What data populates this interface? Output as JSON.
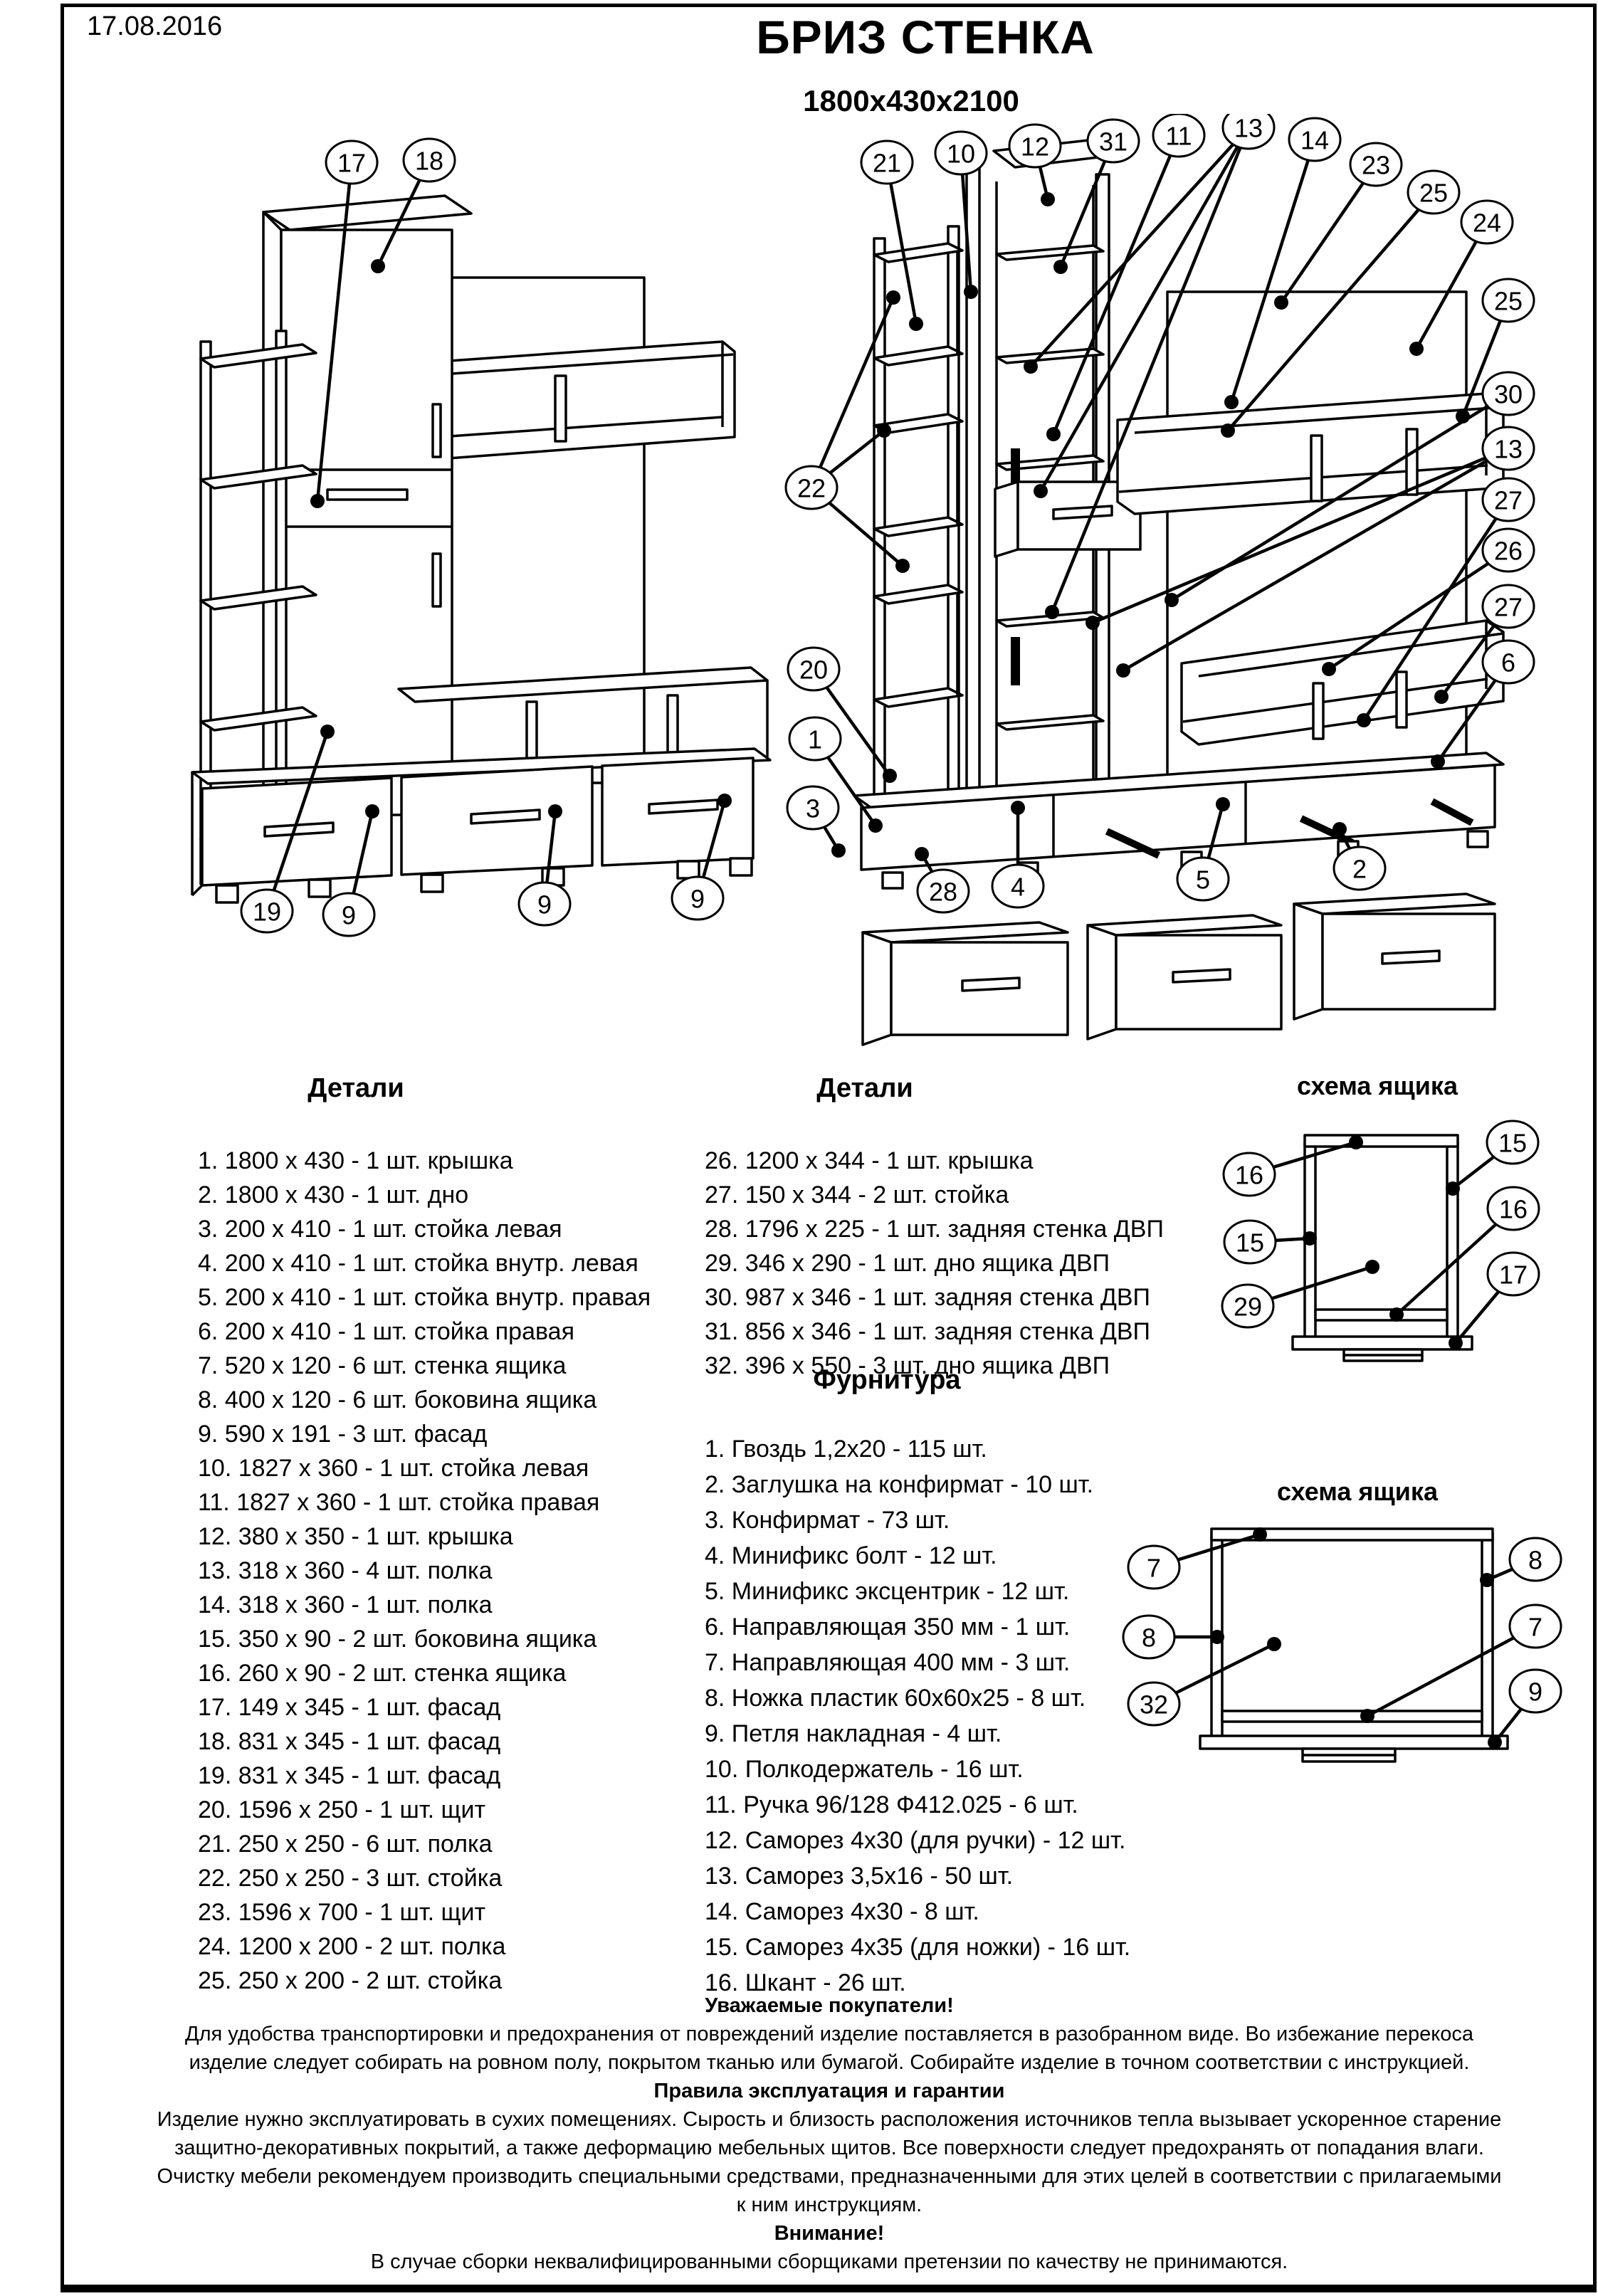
{
  "header": {
    "date": "17.08.2016",
    "title": "БРИЗ СТЕНКА",
    "subtitle": "1800х430х2100"
  },
  "assembled_view": {
    "callouts": [
      "17",
      "18",
      "19",
      "9",
      "9",
      "9"
    ]
  },
  "exploded_view": {
    "callouts": [
      "21",
      "10",
      "12",
      "31",
      "11",
      "13",
      "14",
      "23",
      "25",
      "24",
      "25",
      "30",
      "13",
      "27",
      "26",
      "27",
      "6",
      "22",
      "20",
      "1",
      "3",
      "28",
      "4",
      "5",
      "2"
    ]
  },
  "parts_left": {
    "title": "Детали",
    "items": [
      "1. 1800 х 430 - 1 шт. крышка",
      "2. 1800 х 430 - 1 шт. дно",
      "3. 200 х 410 - 1 шт. стойка левая",
      "4. 200 х 410 - 1 шт. стойка внутр. левая",
      "5. 200 х 410 - 1 шт. стойка внутр. правая",
      "6. 200 х 410 - 1 шт. стойка правая",
      "7. 520 х 120 - 6 шт. стенка ящика",
      "8. 400 х 120 - 6 шт. боковина ящика",
      "9. 590 х 191 - 3 шт. фасад",
      "10. 1827 х 360 - 1 шт. стойка левая",
      "11. 1827 х 360 - 1 шт. стойка правая",
      "12. 380 х 350 - 1 шт. крышка",
      "13. 318 х 360 - 4 шт. полка",
      "14. 318 х 360 - 1 шт. полка",
      "15. 350 х 90 - 2 шт. боковина ящика",
      "16. 260 х 90 - 2 шт. стенка ящика",
      "17. 149 х 345 - 1 шт. фасад",
      "18. 831 х 345 - 1 шт. фасад",
      "19. 831 х 345 - 1 шт. фасад",
      "20. 1596 х 250 - 1 шт. щит",
      "21. 250 х 250 - 6 шт. полка",
      "22. 250 х 250 - 3 шт. стойка",
      "23. 1596 х 700 - 1 шт. щит",
      "24. 1200 х 200 - 2 шт. полка",
      "25. 250 х 200 - 2 шт. стойка"
    ]
  },
  "parts_right": {
    "title": "Детали",
    "items": [
      "26. 1200 х 344 - 1 шт. крышка",
      "27. 150 х 344 - 2 шт. стойка",
      "28. 1796 х 225 - 1 шт. задняя стенка ДВП",
      "29. 346 х 290 - 1 шт. дно ящика ДВП",
      "30. 987 х 346 - 1 шт. задняя стенка ДВП",
      "31. 856 х 346 - 1 шт. задняя стенка ДВП",
      "32. 396 х 550 - 3 шт. дно ящика ДВП"
    ]
  },
  "hardware": {
    "title": "Фурнитура",
    "items": [
      "1. Гвоздь 1,2х20 - 115 шт.",
      "2. Заглушка на конфирмат - 10 шт.",
      "3. Конфирмат - 73 шт.",
      "4. Минификс болт - 12 шт.",
      "5. Минификс эксцентрик - 12 шт.",
      "6. Направляющая 350 мм - 1 шт.",
      "7. Направляющая 400 мм - 3 шт.",
      "8. Ножка пластик 60х60х25 - 8 шт.",
      "9. Петля накладная - 4 шт.",
      "10. Полкодержатель - 16 шт.",
      "11. Ручка 96/128 Ф412.025 - 6 шт.",
      "12. Саморез 4х30 (для ручки) - 12 шт.",
      "13. Саморез 3,5х16 - 50 шт.",
      "14. Саморез 4х30 - 8 шт.",
      "15. Саморез 4х35 (для ножки) - 16 шт.",
      "16. Шкант - 26 шт."
    ]
  },
  "drawer_schema_top": {
    "title": "схема ящика",
    "callouts": [
      "16",
      "15",
      "15",
      "16",
      "29",
      "17"
    ]
  },
  "drawer_schema_bottom": {
    "title": "схема ящика",
    "callouts": [
      "7",
      "8",
      "8",
      "7",
      "32",
      "9"
    ]
  },
  "footer": {
    "greeting": "Уважаемые покупатели!",
    "lines1": [
      "Для удобства транспортировки и предохранения от повреждений изделие поставляется в разобранном виде. Во избежание перекоса",
      "изделие следует собирать на ровном полу, покрытом тканью или бумагой. Собирайте изделие в точном соответствии с инструкцией."
    ],
    "rules_title": "Правила эксплуатация и гарантии",
    "lines2": [
      "Изделие нужно эксплуатировать в сухих помещениях. Сырость и близость расположения источников тепла вызывает ускоренное старение",
      "защитно-декоративных покрытий, а также деформацию мебельных щитов. Все поверхности следует предохранять от попадания влаги.",
      "Очистку мебели рекомендуем производить специальными средствами, предназначенными для этих целей в соответствии с прилагаемыми",
      "к ним инструкциям."
    ],
    "attention": "Внимание!",
    "final": "В случае сборки неквалифицированными сборщиками претензии по качеству не принимаются."
  }
}
